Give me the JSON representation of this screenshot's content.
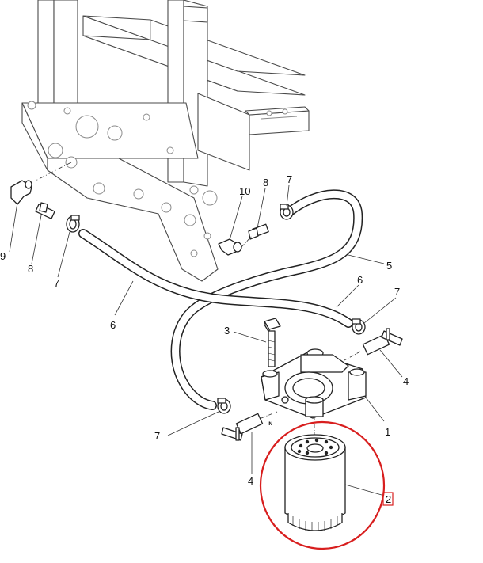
{
  "colors": {
    "highlight_circle": "#d81e1e",
    "highlight_box": "#d81e1e",
    "line": "#222222",
    "frame": "#4a4a4a"
  },
  "port_label": "IN",
  "callouts": [
    {
      "id": "c9",
      "text": "9"
    },
    {
      "id": "c8a",
      "text": "8"
    },
    {
      "id": "c7a",
      "text": "7"
    },
    {
      "id": "c6a",
      "text": "6"
    },
    {
      "id": "c10",
      "text": "10"
    },
    {
      "id": "c8b",
      "text": "8"
    },
    {
      "id": "c7b",
      "text": "7"
    },
    {
      "id": "c5",
      "text": "5"
    },
    {
      "id": "c6b",
      "text": "6"
    },
    {
      "id": "c7c",
      "text": "7"
    },
    {
      "id": "c3",
      "text": "3"
    },
    {
      "id": "c4a",
      "text": "4"
    },
    {
      "id": "c1",
      "text": "1"
    },
    {
      "id": "c7d",
      "text": "7"
    },
    {
      "id": "c4b",
      "text": "4"
    },
    {
      "id": "c2",
      "text": "2"
    }
  ]
}
